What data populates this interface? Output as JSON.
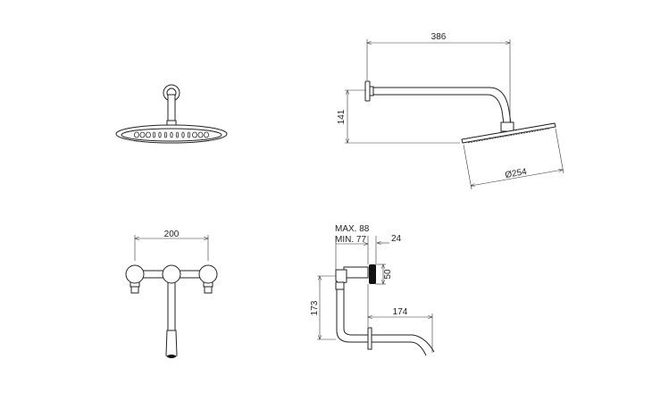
{
  "views": {
    "front_shower": {
      "title": "Shower head front view"
    },
    "side_shower": {
      "arm_length": "386",
      "drop_height": "141",
      "head_diameter": "Ø254"
    },
    "front_mixer": {
      "width": "200"
    },
    "side_mixer": {
      "max_depth": "MAX. 88",
      "min_depth": "MIN. 77",
      "knob_depth": "24",
      "knob_diameter": "50",
      "height": "173",
      "spout_length": "174"
    }
  }
}
